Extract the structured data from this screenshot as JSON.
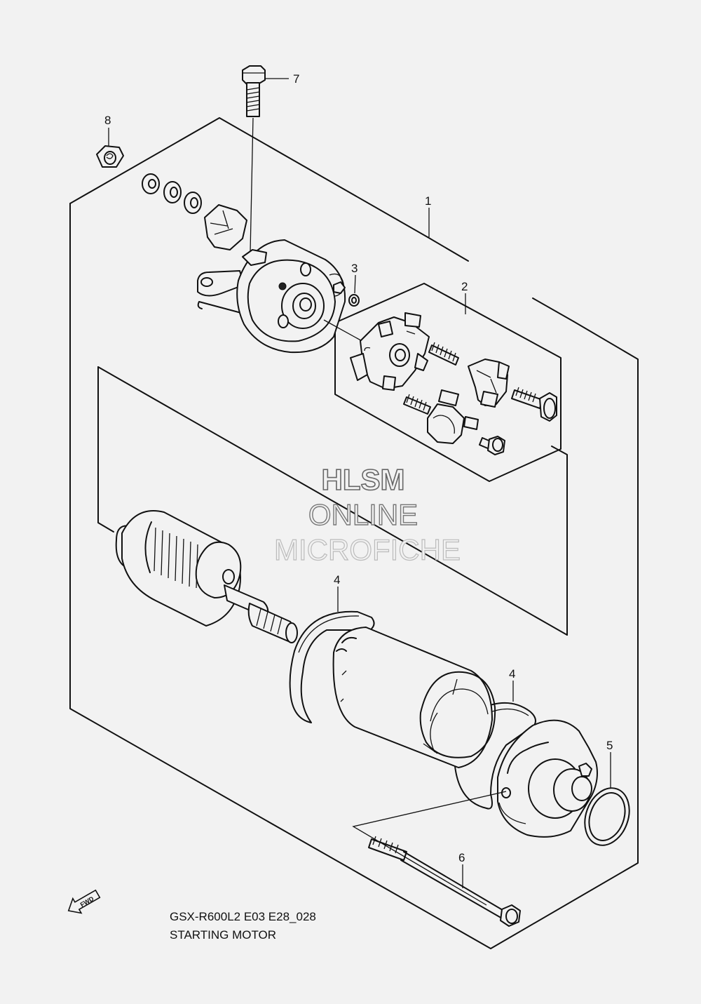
{
  "callouts": [
    {
      "id": "1",
      "label": "1"
    },
    {
      "id": "2",
      "label": "2"
    },
    {
      "id": "3",
      "label": "3"
    },
    {
      "id": "4a",
      "label": "4"
    },
    {
      "id": "4b",
      "label": "4"
    },
    {
      "id": "5",
      "label": "5"
    },
    {
      "id": "6",
      "label": "6"
    },
    {
      "id": "7",
      "label": "7"
    },
    {
      "id": "8",
      "label": "8"
    }
  ],
  "watermark": {
    "line1": "HLSM",
    "line2": "ONLINE",
    "line3": "MICROFICHE"
  },
  "fwd_label": "FWD",
  "caption": {
    "model": "GSX-R600L2 E03 E28_028",
    "title": "STARTING MOTOR"
  }
}
